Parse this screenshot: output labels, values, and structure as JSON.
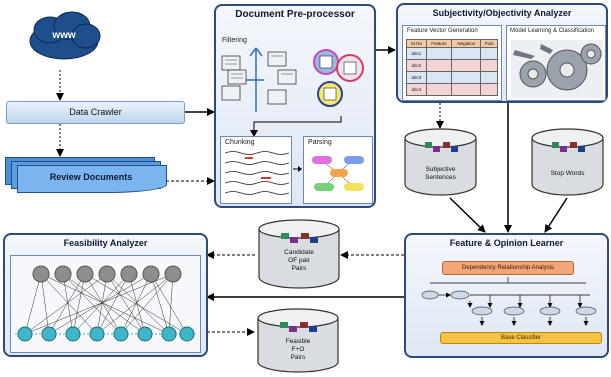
{
  "nodes": {
    "www": "www",
    "data_crawler": "Data Crawler",
    "review_documents": "Review Documents",
    "preprocessor": {
      "title": "Document Pre-processor",
      "filtering": "Filtering",
      "chunking": "Chunking",
      "parsing": "Parsing"
    },
    "subjectivity": {
      "title": "Subjectivity/Objectivity Analyzer",
      "feature_vector": "Feature Vector Generation",
      "model_learning": "Model Learning & Classification",
      "table_headers": [
        "Sr.No",
        "Feature",
        "Negation",
        "Pola"
      ],
      "table_rows": [
        "abc1",
        "abc2",
        "abc3",
        "abc4"
      ]
    },
    "subjective_sentences": "Subjective\nSentences",
    "stop_words": "Stop Words",
    "candidate_pairs": "Candidate\nOF pair\nPairs",
    "feasible_pairs": "Feasible\nF+O\nPairs",
    "feasibility": {
      "title": "Feasibility Analyzer"
    },
    "learner": {
      "title": "Feature & Opinion Learner",
      "dependency": "Dependency Relationship Analysis",
      "base_classifier": "Base Classifier"
    }
  },
  "colors": {
    "panel_border": "#2d4a7a",
    "cloud": "#1f4e8c",
    "dependency_box": "#f2a67a",
    "base_classifier_bar": "#f5c242",
    "top_node": "#8e8e8e",
    "bottom_node": "#3fb6c9",
    "arrow": "#000000"
  }
}
